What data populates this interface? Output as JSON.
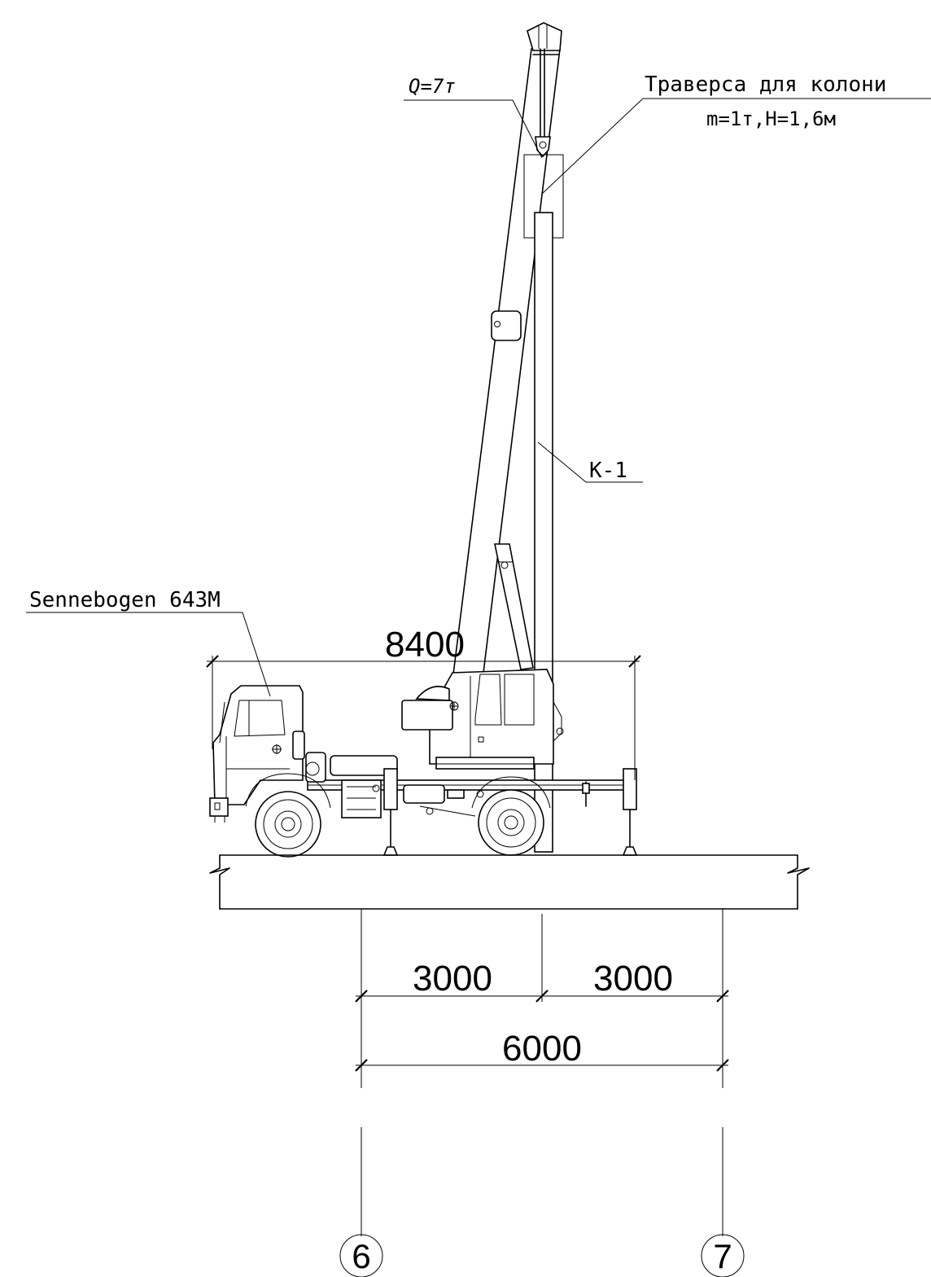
{
  "labels": {
    "load": "Q=7т",
    "traverse_title": "Траверса для колони",
    "traverse_params": "m=1т,H=1,6м",
    "column": "K-1",
    "crane_model": "Sennebogen 643M"
  },
  "dimensions": {
    "overall_length": "8400",
    "span_left": "3000",
    "span_right": "3000",
    "span_total": "6000"
  },
  "axes": {
    "left": "6",
    "right": "7"
  }
}
